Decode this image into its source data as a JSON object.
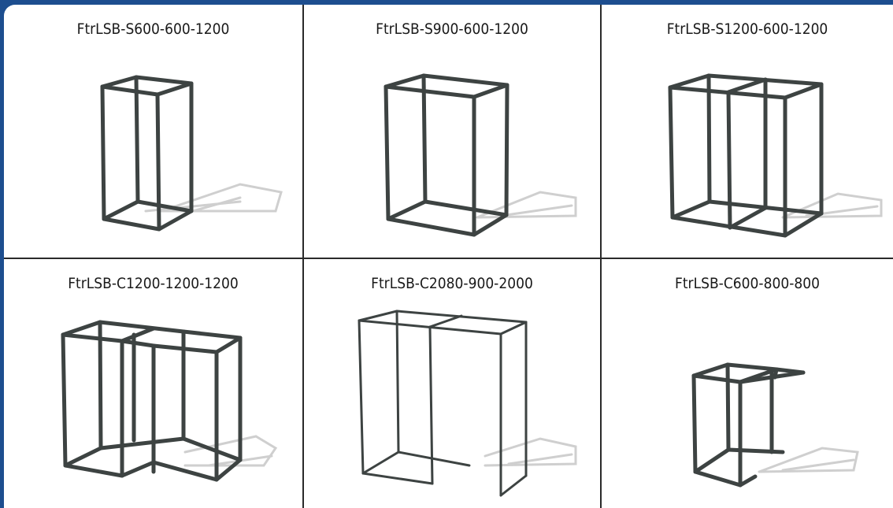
{
  "products": [
    {
      "model": "FtrLSB-S600-600-1200",
      "icon": "frame-rack-icon"
    },
    {
      "model": "FtrLSB-S900-600-1200",
      "icon": "frame-rack-icon"
    },
    {
      "model": "FtrLSB-S1200-600-1200",
      "icon": "frame-rack-icon"
    },
    {
      "model": "FtrLSB-C1200-1200-1200",
      "icon": "frame-rack-icon"
    },
    {
      "model": "FtrLSB-C2080-900-2000",
      "icon": "frame-rack-icon"
    },
    {
      "model": "FtrLSB-C600-800-800",
      "icon": "frame-rack-icon"
    }
  ],
  "colors": {
    "border_frame": "#1d4e8f",
    "tube": "#3d4342",
    "shadow": "#cfcfcf",
    "background": "#ffffff"
  }
}
